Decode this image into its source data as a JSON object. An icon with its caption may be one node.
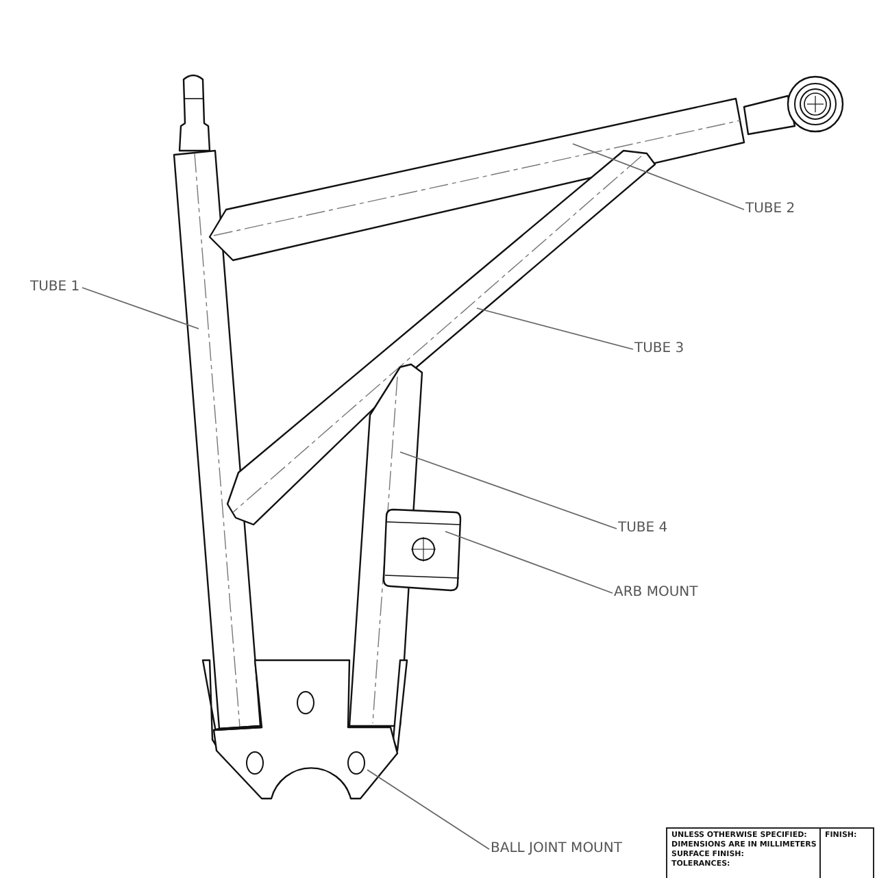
{
  "diagram": {
    "nodes": [
      {
        "text": [
          "TUBE 1"
        ]
      },
      {
        "text": [
          "TUBE 2"
        ]
      },
      {
        "text": [
          "TUBE 3"
        ]
      },
      {
        "text": [
          "TUBE 4"
        ]
      },
      {
        "text": [
          "ARB MOUNT"
        ]
      },
      {
        "text": [
          "BALL JOINT MOUNT"
        ]
      }
    ],
    "edges": [
      {
        "from": 0,
        "to": null,
        "arrow": "none"
      },
      {
        "from": 1,
        "to": null,
        "arrow": "none"
      },
      {
        "from": 2,
        "to": null,
        "arrow": "none"
      },
      {
        "from": 3,
        "to": null,
        "arrow": "none"
      },
      {
        "from": 4,
        "to": null,
        "arrow": "none"
      },
      {
        "from": 5,
        "to": null,
        "arrow": "none"
      }
    ],
    "labels": [
      "UNLESS OTHERWISE SPECIFIED:",
      "FINISH:",
      "DIMENSIONS ARE IN MILLIMETERS",
      "SURFACE FINISH:",
      "TOLERANCES:"
    ]
  }
}
